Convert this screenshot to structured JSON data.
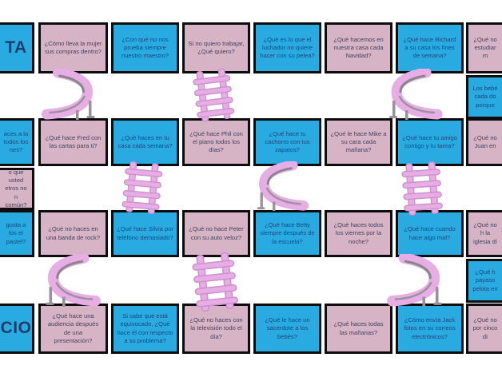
{
  "colors": {
    "square_blue": "#29abe2",
    "square_pink": "#d6b4c5",
    "border_black": "#0d0d0d",
    "text_on_blue": "#16497e",
    "text_on_pink": "#43415f",
    "art_pink": "#e6aee4",
    "art_shade_gray": "#828282"
  },
  "board": {
    "row1": [
      {
        "color": "blue",
        "text": "TA"
      },
      {
        "color": "pink",
        "text": "¿Cómo lleva la mujer sus compras dentro?"
      },
      {
        "color": "blue",
        "text": "¿Con qué no nos prueba siempre nuestro maestro?"
      },
      {
        "color": "pink",
        "text": "Si no quiero trabajar, ¿Qué quiero?"
      },
      {
        "color": "blue",
        "text": "¿Qué es lo que el luchador no quiere hacer con su pelea?"
      },
      {
        "color": "pink",
        "text": "¿Qué hacemos en nuestra casa cada Navidad?"
      },
      {
        "color": "blue",
        "text": "¿Qué hace Richard a su casa los fines de semana?"
      },
      {
        "color": "pink",
        "text": "¿Qué no estudiar m"
      }
    ],
    "row2_right": {
      "color": "blue",
      "text": "Los bebé cada do porque"
    },
    "row3": [
      {
        "color": "blue",
        "text": "aces a la todos los nes?"
      },
      {
        "color": "pink",
        "text": "¿Qué hace Fred con las cartas para ti?"
      },
      {
        "color": "blue",
        "text": "¿Qué haces en tu casa cada semana?"
      },
      {
        "color": "pink",
        "text": "¿Qué hace Phil con el piano todos los días?"
      },
      {
        "color": "blue",
        "text": "¿Qué hace tu cachorro con tus zapatos?"
      },
      {
        "color": "pink",
        "text": "¿Qué le hace Mike a su cara cada mañana?"
      },
      {
        "color": "blue",
        "text": "¿Qué hace tu amigo contigo y tu tarea?"
      },
      {
        "color": "pink",
        "text": "¿Qué no Juan en"
      }
    ],
    "row4_left": {
      "color": "pink",
      "text": "o que usted etros no n común?"
    },
    "row5": [
      {
        "color": "blue",
        "text": "gusta a los el pastel?"
      },
      {
        "color": "pink",
        "text": "¿Qué no haces en una banda de rock?"
      },
      {
        "color": "blue",
        "text": "¿Qué hace Silvia por teléfono demasiado?"
      },
      {
        "color": "pink",
        "text": "¿Qué no hace Peter con su auto veloz?"
      },
      {
        "color": "blue",
        "text": "¿Qué hace Betty siempre después de la escuela?"
      },
      {
        "color": "pink",
        "text": "¿Qué haces todos los viernes por la noche?"
      },
      {
        "color": "blue",
        "text": "¿Qué hace cuando hace algo mal?"
      },
      {
        "color": "pink",
        "text": "¿Qué no h la iglesia dí"
      }
    ],
    "row6_right": {
      "color": "blue",
      "text": "¿Qué h payaso pelota en"
    },
    "row7": [
      {
        "color": "blue",
        "text": "CIO"
      },
      {
        "color": "pink",
        "text": "¿Qué hace una audiencia después de una presentación?"
      },
      {
        "color": "blue",
        "text": "Si sabe que está equivocado, ¿Qué hace él con respecto a su problema?"
      },
      {
        "color": "pink",
        "text": "¿Qué no haces con la televisión todo el día?"
      },
      {
        "color": "blue",
        "text": "¿Qué le hace un sacerdote a los bebés?"
      },
      {
        "color": "pink",
        "text": "¿Qué haces todas las mañanas?"
      },
      {
        "color": "blue",
        "text": "¿Cómo envía Jack fotos en su correos electrónicos?"
      },
      {
        "color": "pink",
        "text": "¿Qué no por cinco dí"
      }
    ]
  },
  "path_art": {
    "row2": [
      "slide-icon",
      "ladder-icon",
      "slide-icon"
    ],
    "row4": [
      "ladder-icon",
      "slide-icon",
      "ladder-icon"
    ],
    "row6": [
      "slide-icon",
      "ladder-icon",
      "slide-icon"
    ]
  }
}
